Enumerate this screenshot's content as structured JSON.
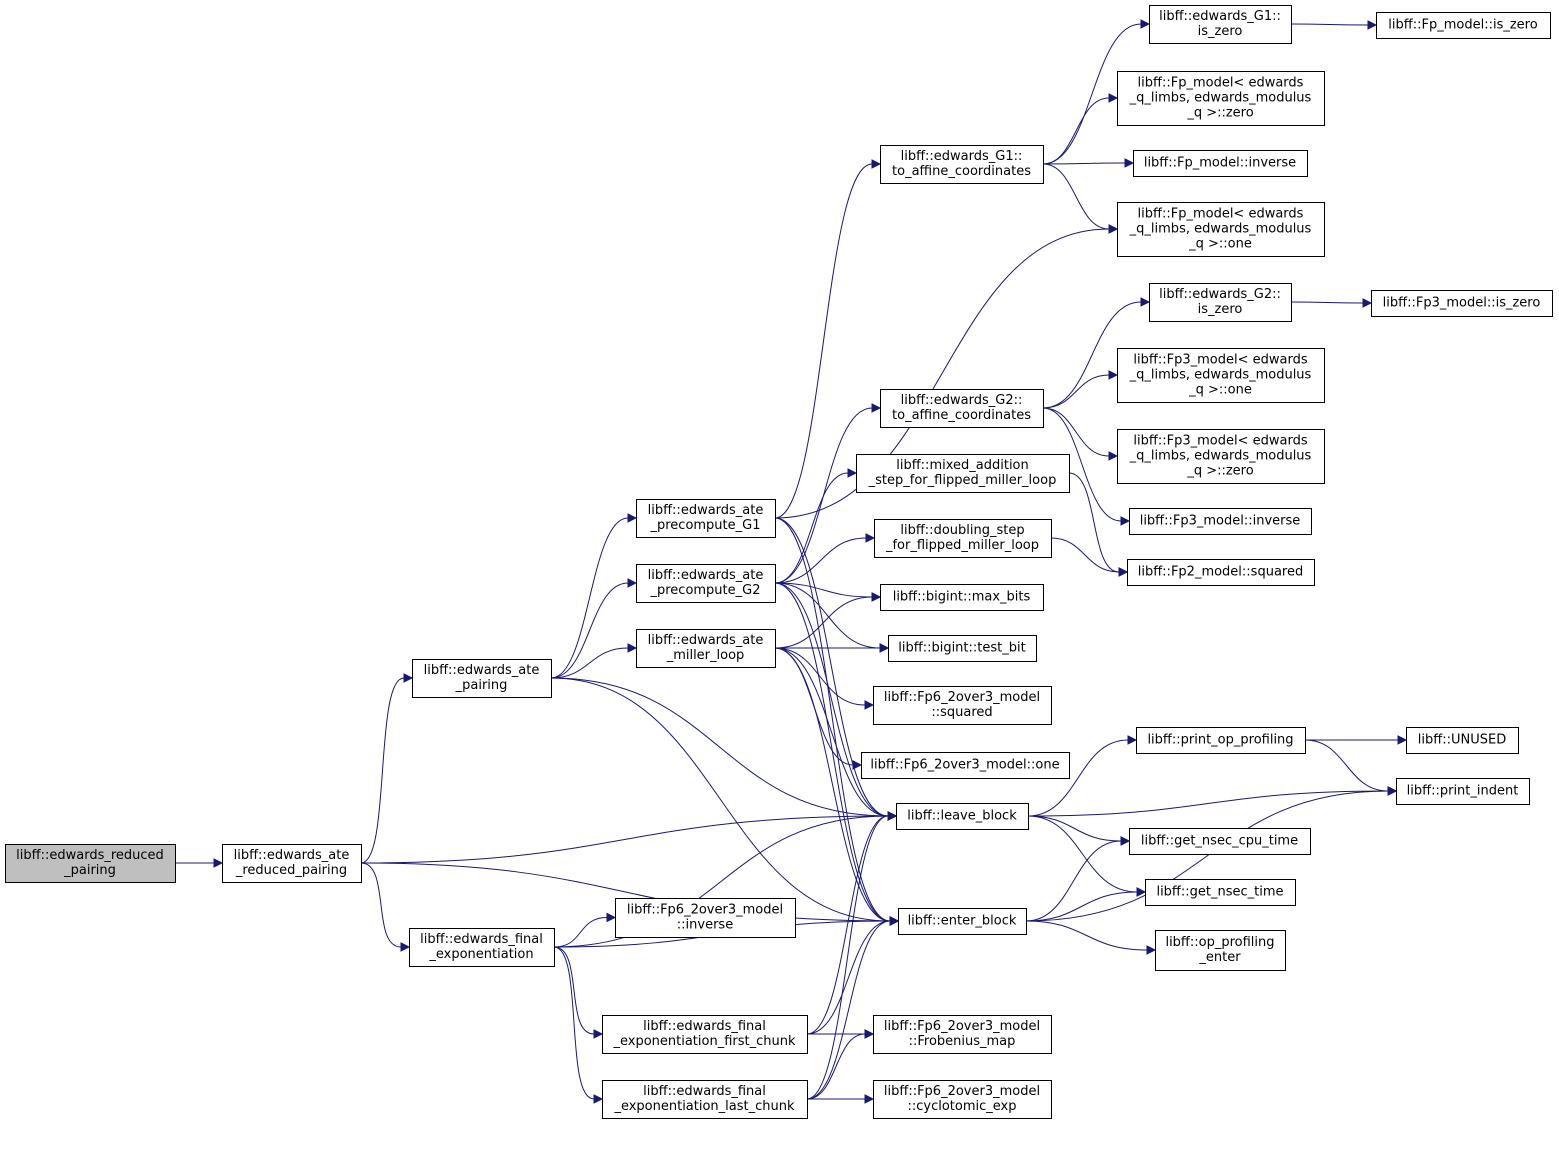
{
  "graph": {
    "colors": {
      "edge": "#191970",
      "node_border": "#000000",
      "root_fill": "#bfbfbf",
      "node_fill": "#ffffff"
    },
    "nodes": [
      {
        "id": "n0",
        "lines": [
          "libff::edwards_reduced",
          "_pairing"
        ],
        "root": true
      },
      {
        "id": "n1",
        "lines": [
          "libff::edwards_ate",
          "_reduced_pairing"
        ]
      },
      {
        "id": "n2",
        "lines": [
          "libff::edwards_ate",
          "_pairing"
        ]
      },
      {
        "id": "n3",
        "lines": [
          "libff::edwards_final",
          "_exponentiation"
        ]
      },
      {
        "id": "n4",
        "lines": [
          "libff::edwards_ate",
          "_precompute_G1"
        ]
      },
      {
        "id": "n5",
        "lines": [
          "libff::edwards_ate",
          "_precompute_G2"
        ]
      },
      {
        "id": "n6",
        "lines": [
          "libff::edwards_ate",
          "_miller_loop"
        ]
      },
      {
        "id": "n7",
        "lines": [
          "libff::Fp6_2over3_model",
          "::inverse"
        ]
      },
      {
        "id": "n8",
        "lines": [
          "libff::edwards_final",
          "_exponentiation_first_chunk"
        ]
      },
      {
        "id": "n9",
        "lines": [
          "libff::edwards_final",
          "_exponentiation_last_chunk"
        ]
      },
      {
        "id": "n10",
        "lines": [
          "libff::edwards_G1::",
          "to_affine_coordinates"
        ]
      },
      {
        "id": "n11",
        "lines": [
          "libff::edwards_G2::",
          "to_affine_coordinates"
        ]
      },
      {
        "id": "n12",
        "lines": [
          "libff::mixed_addition",
          "_step_for_flipped_miller_loop"
        ]
      },
      {
        "id": "n13",
        "lines": [
          "libff::doubling_step",
          "_for_flipped_miller_loop"
        ]
      },
      {
        "id": "n14",
        "lines": [
          "libff::bigint::max_bits"
        ]
      },
      {
        "id": "n15",
        "lines": [
          "libff::bigint::test_bit"
        ]
      },
      {
        "id": "n16",
        "lines": [
          "libff::Fp6_2over3_model",
          "::squared"
        ]
      },
      {
        "id": "n17",
        "lines": [
          "libff::Fp6_2over3_model::one"
        ]
      },
      {
        "id": "n18",
        "lines": [
          "libff::leave_block"
        ]
      },
      {
        "id": "n19",
        "lines": [
          "libff::enter_block"
        ]
      },
      {
        "id": "n20",
        "lines": [
          "libff::Fp6_2over3_model",
          "::Frobenius_map"
        ]
      },
      {
        "id": "n21",
        "lines": [
          "libff::Fp6_2over3_model",
          "::cyclotomic_exp"
        ]
      },
      {
        "id": "n22",
        "lines": [
          "libff::edwards_G1::",
          "is_zero"
        ]
      },
      {
        "id": "n23",
        "lines": [
          "libff::Fp_model< edwards",
          "_q_limbs, edwards_modulus",
          "_q >::zero"
        ]
      },
      {
        "id": "n24",
        "lines": [
          "libff::Fp_model::inverse"
        ]
      },
      {
        "id": "n25",
        "lines": [
          "libff::Fp_model< edwards",
          "_q_limbs, edwards_modulus",
          "_q >::one"
        ]
      },
      {
        "id": "n26",
        "lines": [
          "libff::edwards_G2::",
          "is_zero"
        ]
      },
      {
        "id": "n27",
        "lines": [
          "libff::Fp3_model< edwards",
          "_q_limbs, edwards_modulus",
          "_q >::one"
        ]
      },
      {
        "id": "n28",
        "lines": [
          "libff::Fp3_model< edwards",
          "_q_limbs, edwards_modulus",
          "_q >::zero"
        ]
      },
      {
        "id": "n29",
        "lines": [
          "libff::Fp3_model::inverse"
        ]
      },
      {
        "id": "n30",
        "lines": [
          "libff::Fp2_model::squared"
        ]
      },
      {
        "id": "n31",
        "lines": [
          "libff::print_op_profiling"
        ]
      },
      {
        "id": "n32",
        "lines": [
          "libff::get_nsec_cpu_time"
        ]
      },
      {
        "id": "n33",
        "lines": [
          "libff::get_nsec_time"
        ]
      },
      {
        "id": "n34",
        "lines": [
          "libff::op_profiling",
          "_enter"
        ]
      },
      {
        "id": "n35",
        "lines": [
          "libff::Fp_model::is_zero"
        ]
      },
      {
        "id": "n36",
        "lines": [
          "libff::Fp3_model::is_zero"
        ]
      },
      {
        "id": "n37",
        "lines": [
          "libff::UNUSED"
        ]
      },
      {
        "id": "n38",
        "lines": [
          "libff::print_indent"
        ]
      }
    ],
    "edges": [
      [
        "n0",
        "n1"
      ],
      [
        "n1",
        "n2"
      ],
      [
        "n1",
        "n3"
      ],
      [
        "n1",
        "n18"
      ],
      [
        "n1",
        "n19"
      ],
      [
        "n2",
        "n4"
      ],
      [
        "n2",
        "n5"
      ],
      [
        "n2",
        "n6"
      ],
      [
        "n2",
        "n18"
      ],
      [
        "n2",
        "n19"
      ],
      [
        "n3",
        "n7"
      ],
      [
        "n3",
        "n8"
      ],
      [
        "n3",
        "n9"
      ],
      [
        "n3",
        "n18"
      ],
      [
        "n3",
        "n19"
      ],
      [
        "n4",
        "n10"
      ],
      [
        "n4",
        "n25"
      ],
      [
        "n4",
        "n18"
      ],
      [
        "n4",
        "n19"
      ],
      [
        "n5",
        "n11"
      ],
      [
        "n5",
        "n12"
      ],
      [
        "n5",
        "n13"
      ],
      [
        "n5",
        "n14"
      ],
      [
        "n5",
        "n15"
      ],
      [
        "n5",
        "n18"
      ],
      [
        "n5",
        "n19"
      ],
      [
        "n6",
        "n14"
      ],
      [
        "n6",
        "n15"
      ],
      [
        "n6",
        "n16"
      ],
      [
        "n6",
        "n17"
      ],
      [
        "n6",
        "n18"
      ],
      [
        "n6",
        "n19"
      ],
      [
        "n8",
        "n20"
      ],
      [
        "n8",
        "n18"
      ],
      [
        "n8",
        "n19"
      ],
      [
        "n9",
        "n20"
      ],
      [
        "n9",
        "n21"
      ],
      [
        "n9",
        "n18"
      ],
      [
        "n9",
        "n19"
      ],
      [
        "n10",
        "n22"
      ],
      [
        "n10",
        "n23"
      ],
      [
        "n10",
        "n24"
      ],
      [
        "n10",
        "n25"
      ],
      [
        "n11",
        "n26"
      ],
      [
        "n11",
        "n27"
      ],
      [
        "n11",
        "n28"
      ],
      [
        "n11",
        "n29"
      ],
      [
        "n12",
        "n30"
      ],
      [
        "n13",
        "n30"
      ],
      [
        "n18",
        "n31"
      ],
      [
        "n18",
        "n32"
      ],
      [
        "n18",
        "n33"
      ],
      [
        "n18",
        "n38"
      ],
      [
        "n19",
        "n32"
      ],
      [
        "n19",
        "n33"
      ],
      [
        "n19",
        "n34"
      ],
      [
        "n19",
        "n38"
      ],
      [
        "n22",
        "n35"
      ],
      [
        "n26",
        "n36"
      ],
      [
        "n31",
        "n37"
      ],
      [
        "n31",
        "n38"
      ]
    ]
  }
}
